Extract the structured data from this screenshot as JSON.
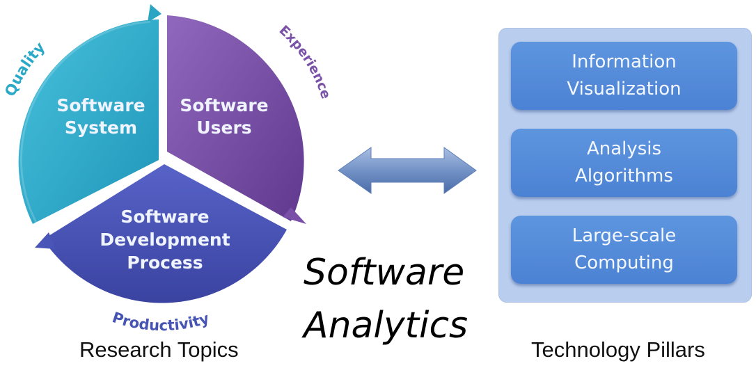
{
  "research_cycle": {
    "segments": [
      {
        "line1": "Software",
        "line2": "System"
      },
      {
        "line1": "Software",
        "line2": "Users"
      },
      {
        "line1": "Software",
        "line2": "Development",
        "line3": "Process"
      }
    ],
    "arc_labels": {
      "quality": "Quality",
      "experience": "Experience",
      "productivity": "Productivity"
    },
    "caption": "Research Topics"
  },
  "title": {
    "line1": "Software",
    "line2": "Analytics"
  },
  "technology_pillars": {
    "caption": "Technology Pillars",
    "items": [
      {
        "line1": "Information",
        "line2": "Visualization"
      },
      {
        "line1": "Analysis",
        "line2": "Algorithms"
      },
      {
        "line1": "Large-scale",
        "line2": "Computing"
      }
    ]
  },
  "colors": {
    "teal": "#2aa6c4",
    "purple": "#7a4fa8",
    "indigo": "#4a55b8",
    "quality_text": "#29a8c8",
    "experience_text": "#7a52a8",
    "productivity_text": "#4654b4",
    "pillar_blue": "#5589d8",
    "panel_bg": "#b9cdee"
  }
}
